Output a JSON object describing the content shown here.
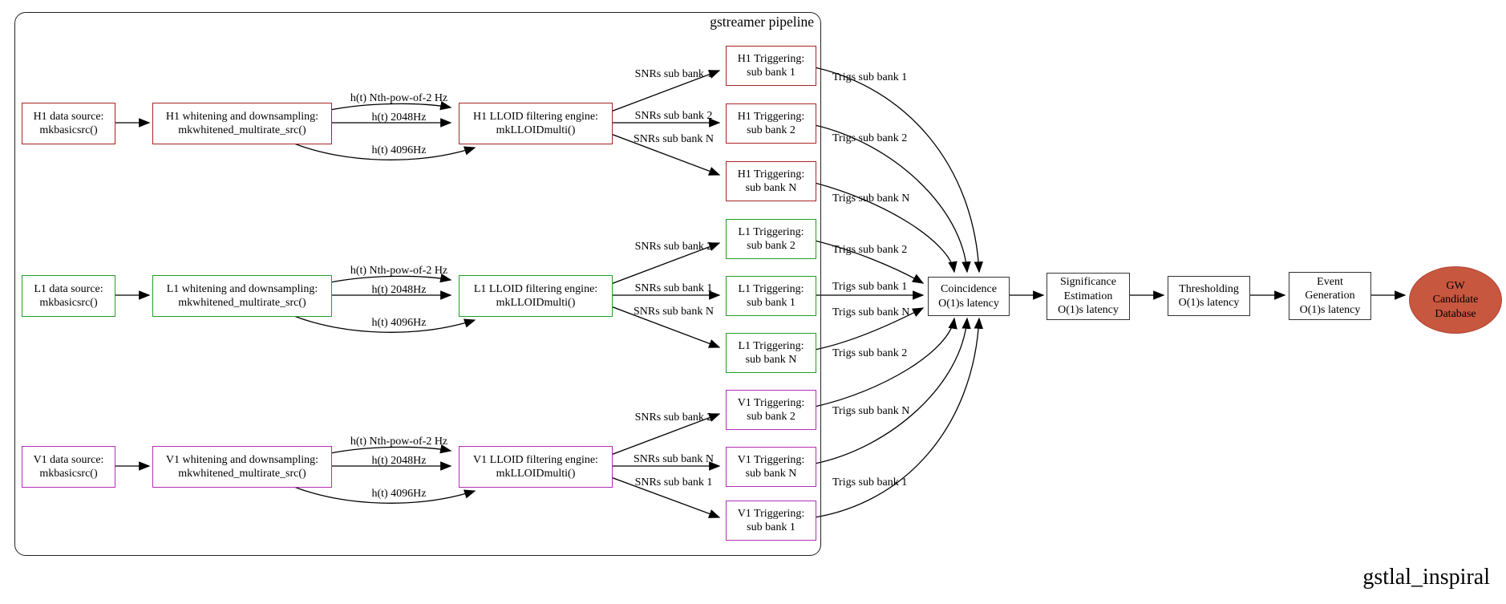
{
  "title": {
    "cluster": "gstreamer pipeline",
    "caption": "gstlal_inspiral"
  },
  "colors": {
    "h1_border": "#a82424",
    "l1_border": "#22a022",
    "v1_border": "#b32eb3",
    "database_fill": "#c85740",
    "edge": "#000000"
  },
  "nodes": {
    "h1_source": "H1 data source:\nmkbasicsrc()",
    "h1_whiten": "H1 whitening and downsampling:\nmkwhitened_multirate_src()",
    "h1_lloid": "H1 LLOID filtering engine:\nmkLLOIDmulti()",
    "h1_trig_a": "H1 Triggering:\nsub bank 1",
    "h1_trig_b": "H1 Triggering:\nsub bank 2",
    "h1_trig_c": "H1 Triggering:\nsub bank N",
    "l1_source": "L1 data source:\nmkbasicsrc()",
    "l1_whiten": "L1 whitening and downsampling:\nmkwhitened_multirate_src()",
    "l1_lloid": "L1 LLOID filtering engine:\nmkLLOIDmulti()",
    "l1_trig_a": "L1 Triggering:\nsub bank 2",
    "l1_trig_b": "L1 Triggering:\nsub bank 1",
    "l1_trig_c": "L1 Triggering:\nsub bank N",
    "v1_source": "V1 data source:\nmkbasicsrc()",
    "v1_whiten": "V1 whitening and downsampling:\nmkwhitened_multirate_src()",
    "v1_lloid": "V1 LLOID filtering engine:\nmkLLOIDmulti()",
    "v1_trig_a": "V1 Triggering:\nsub bank 2",
    "v1_trig_b": "V1 Triggering:\nsub bank N",
    "v1_trig_c": "V1 Triggering:\nsub bank 1",
    "coincidence": "Coincidence\nO(1)s latency",
    "significance": "Significance\nEstimation\nO(1)s latency",
    "thresholding": "Thresholding\nO(1)s latency",
    "event_generation": "Event\nGeneration\nO(1)s latency",
    "gw_database": "GW\nCandidate\nDatabase"
  },
  "labels": {
    "h1_ht1": "h(t) Nth-pow-of-2 Hz",
    "h1_ht2": "h(t) 2048Hz",
    "h1_ht3": "h(t) 4096Hz",
    "l1_ht1": "h(t) Nth-pow-of-2 Hz",
    "l1_ht2": "h(t) 2048Hz",
    "l1_ht3": "h(t) 4096Hz",
    "v1_ht1": "h(t) Nth-pow-of-2 Hz",
    "v1_ht2": "h(t) 2048Hz",
    "v1_ht3": "h(t) 4096Hz",
    "h1_snr1": "SNRs sub bank 1",
    "h1_snr2": "SNRs sub bank 2",
    "h1_snr3": "SNRs sub bank N",
    "l1_snr1": "SNRs sub bank 2",
    "l1_snr2": "SNRs sub bank 1",
    "l1_snr3": "SNRs sub bank N",
    "v1_snr1": "SNRs sub bank 2",
    "v1_snr2": "SNRs sub bank N",
    "v1_snr3": "SNRs sub bank 1",
    "h1_trigs1": "Trigs sub bank 1",
    "h1_trigs2": "Trigs sub bank 2",
    "h1_trigs3": "Trigs sub bank N",
    "l1_trigs_a": "Trigs sub bank 2",
    "l1_trigs_b": "Trigs sub bank 1",
    "l1_trigs_c": "Trigs sub bank N",
    "v1_trigs_a": "Trigs sub bank 2",
    "v1_trigs_b": "Trigs sub bank N",
    "v1_trigs_c": "Trigs sub bank 1"
  }
}
